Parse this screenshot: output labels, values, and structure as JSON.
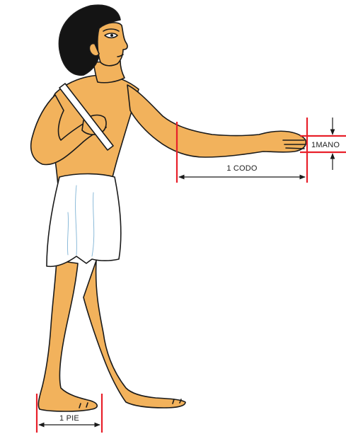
{
  "labels": {
    "cubit": "1 CODO",
    "hand": "1MANO",
    "foot": "1 PIE"
  },
  "colors": {
    "skin": "#f2b25c",
    "hair": "#141414",
    "kilt": "#ffffff",
    "outline": "#1a1a1a",
    "measure_red": "#e8202a",
    "background": "#ffffff"
  }
}
